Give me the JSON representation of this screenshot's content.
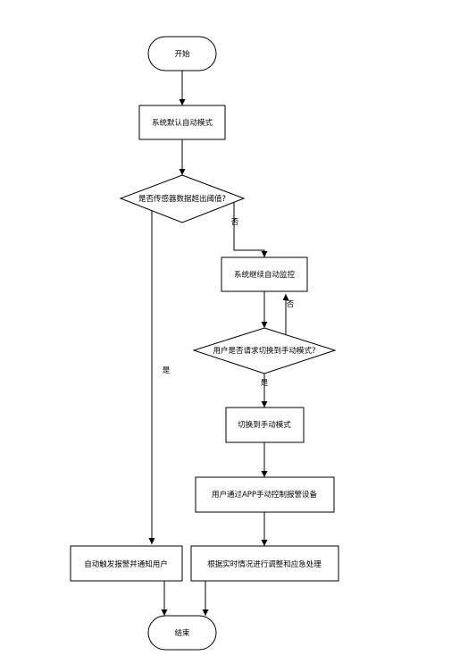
{
  "nodes": {
    "start": "开始",
    "default_auto": "系统默认自动模式",
    "q_sensor": "是否传感器数据超出阈值?",
    "continue_monitor": "系统继续自动监控",
    "q_user_manual": "用户是否请求切换到手动模式?",
    "switch_manual": "切换到手动模式",
    "app_control": "用户通过APP手动控制报警设备",
    "auto_alarm": "自动触发报警并通知用户",
    "handle_situation": "根据实时情况进行调整和应急处理",
    "end": "结束"
  },
  "edge_labels": {
    "sensor_no": "否",
    "sensor_yes": "是",
    "manual_no": "否",
    "manual_yes": "是"
  }
}
